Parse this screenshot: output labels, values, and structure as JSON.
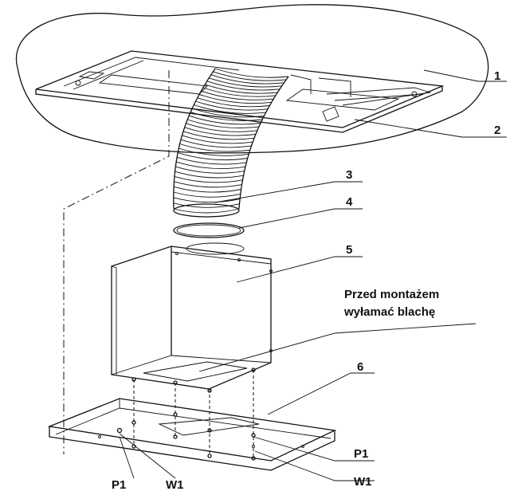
{
  "labels": {
    "l1": "1",
    "l2": "2",
    "l3": "3",
    "l4": "4",
    "l5": "5",
    "l6": "6",
    "p1_right": "P1",
    "w1_right": "W1",
    "p1_left": "P1",
    "w1_left": "W1"
  },
  "note": {
    "line1": "Przed montażem",
    "line2": "wyłamać blachę"
  }
}
